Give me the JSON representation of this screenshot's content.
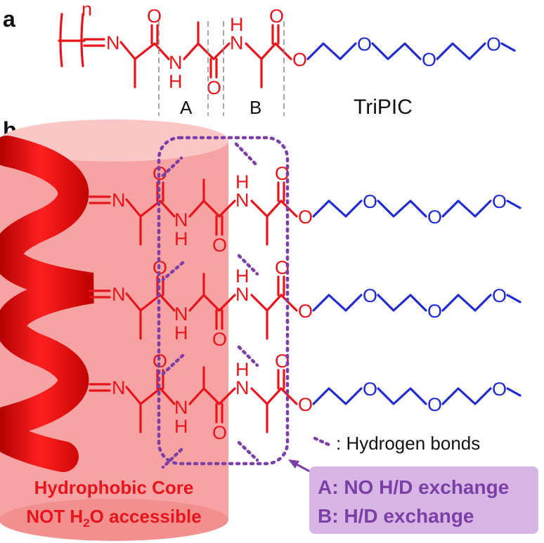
{
  "panel_a": {
    "label": "a",
    "repeat_subscript": "n",
    "segment_a": "A",
    "segment_b": "B",
    "polymer_name": "TriPIC"
  },
  "panel_b": {
    "label": "b",
    "legend": ": Hydrogen bonds",
    "core_line1": "Hydrophobic Core",
    "core_line2_prefix": "NOT H",
    "core_line2_sub": "2",
    "core_line2_suffix": "O accessible",
    "box_line1": "A: NO H/D exchange",
    "box_line2": "B: H/D exchange"
  },
  "atoms": {
    "N": "N",
    "O": "O",
    "H": "H"
  },
  "colors": {
    "backbone": "#e8141b",
    "side_chain": "#1f2bd0",
    "hydrogen_bond": "#7b3fa6",
    "core": "#f6a0a0",
    "box_fill": "#d7b6e6"
  }
}
